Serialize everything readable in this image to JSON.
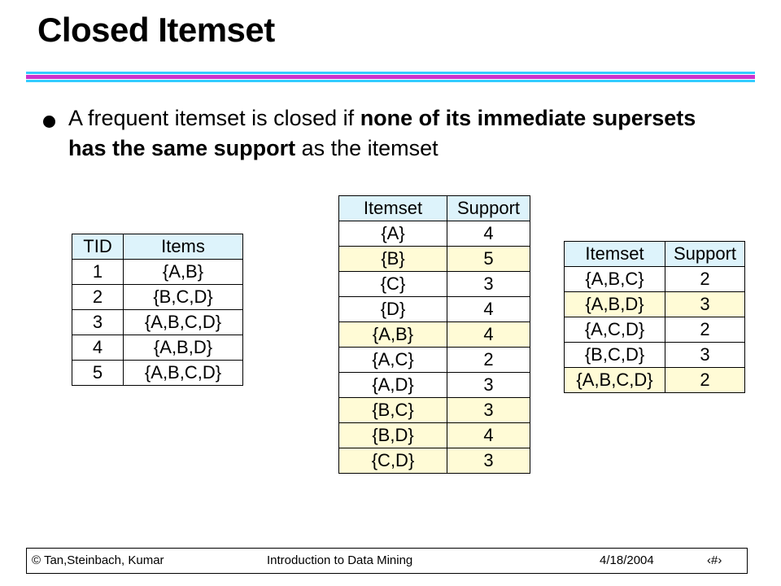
{
  "slide": {
    "title": "Closed Itemset",
    "bullet": {
      "part1": "A frequent itemset is closed if ",
      "bold": "none of its immediate supersets has the same support",
      "part2": " as the itemset"
    }
  },
  "transactions": {
    "headers": [
      "TID",
      "Items"
    ],
    "rows": [
      [
        "1",
        "{A,B}"
      ],
      [
        "2",
        "{B,C,D}"
      ],
      [
        "3",
        "{A,B,C,D}"
      ],
      [
        "4",
        "{A,B,D}"
      ],
      [
        "5",
        "{A,B,C,D}"
      ]
    ]
  },
  "support_small": {
    "headers": [
      "Itemset",
      "Support"
    ],
    "rows": [
      [
        "{A}",
        "4"
      ],
      [
        "{B}",
        "5"
      ],
      [
        "{C}",
        "3"
      ],
      [
        "{D}",
        "4"
      ],
      [
        "{A,B}",
        "4"
      ],
      [
        "{A,C}",
        "2"
      ],
      [
        "{A,D}",
        "3"
      ],
      [
        "{B,C}",
        "3"
      ],
      [
        "{B,D}",
        "4"
      ],
      [
        "{C,D}",
        "3"
      ]
    ]
  },
  "support_large": {
    "headers": [
      "Itemset",
      "Support"
    ],
    "rows": [
      [
        "{A,B,C}",
        "2"
      ],
      [
        "{A,B,D}",
        "3"
      ],
      [
        "{A,C,D}",
        "2"
      ],
      [
        "{B,C,D}",
        "3"
      ],
      [
        "{A,B,C,D}",
        "2"
      ]
    ]
  },
  "colors": {
    "header_fill": "#ddf3fb",
    "highlight_fill": "#fffbd6",
    "rule_cyan": "#33ccff",
    "rule_magenta": "#cc33cc"
  },
  "footer": {
    "authors": "© Tan,Steinbach, Kumar",
    "course": "Introduction to Data Mining",
    "date": "4/18/2004",
    "page": "‹#›"
  }
}
